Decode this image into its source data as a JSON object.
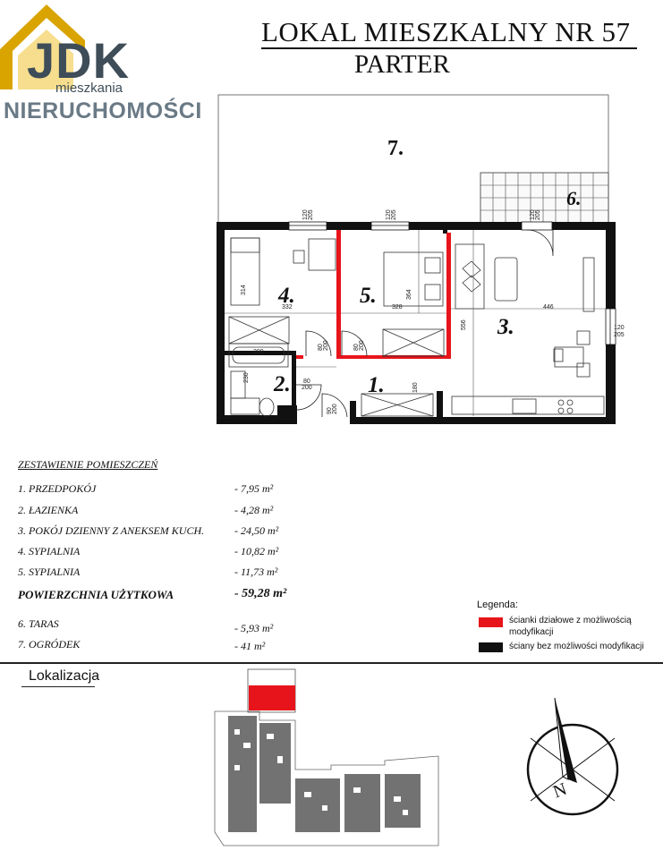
{
  "logo": {
    "brand": "JDK",
    "subtitle": "mieszkania",
    "tagline": "NIERUCHOMOŚCI",
    "color_primary": "#3e4d58",
    "color_accent": "#d9a400"
  },
  "header": {
    "title": "LOKAL MIESZKALNY NR 57",
    "floor": "PARTER"
  },
  "plan": {
    "room_numbers": [
      "1.",
      "2.",
      "3.",
      "4.",
      "5.",
      "6.",
      "7."
    ],
    "dimensions": {
      "r4_width": "332",
      "r4_depth": "314",
      "r5_width": "328",
      "r5_depth": "364",
      "r3_width": "446",
      "r3_depth": "556",
      "corridor": "180",
      "bath_tub": "200",
      "bath_depth": "230"
    },
    "windows": {
      "w1": [
        "120",
        "205"
      ],
      "w2": [
        "120",
        "205"
      ],
      "w3": [
        "120",
        "205"
      ],
      "w4": [
        "120",
        "205"
      ]
    },
    "doors": {
      "d4": [
        "80",
        "200"
      ],
      "d5": [
        "80",
        "200"
      ],
      "d2": [
        "80",
        "200"
      ],
      "entry": [
        "90",
        "200"
      ]
    }
  },
  "schedule": {
    "title": "ZESTAWIENIE POMIESZCZEŃ",
    "rooms": [
      {
        "label": "1. PRZEDPOKÓJ",
        "area": "- 7,95 m²"
      },
      {
        "label": "2. ŁAZIENKA",
        "area": "- 4,28 m²"
      },
      {
        "label": "3. POKÓJ DZIENNY Z ANEKSEM KUCH.",
        "area": "- 24,50 m²"
      },
      {
        "label": "4. SYPIALNIA",
        "area": "- 10,82 m²"
      },
      {
        "label": "5. SYPIALNIA",
        "area": "- 11,73 m²"
      }
    ],
    "total": {
      "label": "POWIERZCHNIA UŻYTKOWA",
      "area": "- 59,28 m²"
    },
    "extras": [
      {
        "label": "6. TARAS",
        "area": "- 5,93 m²"
      },
      {
        "label": "7. OGRÓDEK",
        "area": "- 41 m²"
      }
    ]
  },
  "legend": {
    "title": "Legenda:",
    "items": [
      {
        "color": "#e8141b",
        "text_line1": "ścianki działowe z możliwością",
        "text_line2": "modyfikacji"
      },
      {
        "color": "#111111",
        "text_line1": "ściany bez możliwości modyfikacji",
        "text_line2": ""
      }
    ]
  },
  "location": {
    "title": "Lokalizacja",
    "compass_label": "N",
    "highlight_color": "#e8141b"
  }
}
